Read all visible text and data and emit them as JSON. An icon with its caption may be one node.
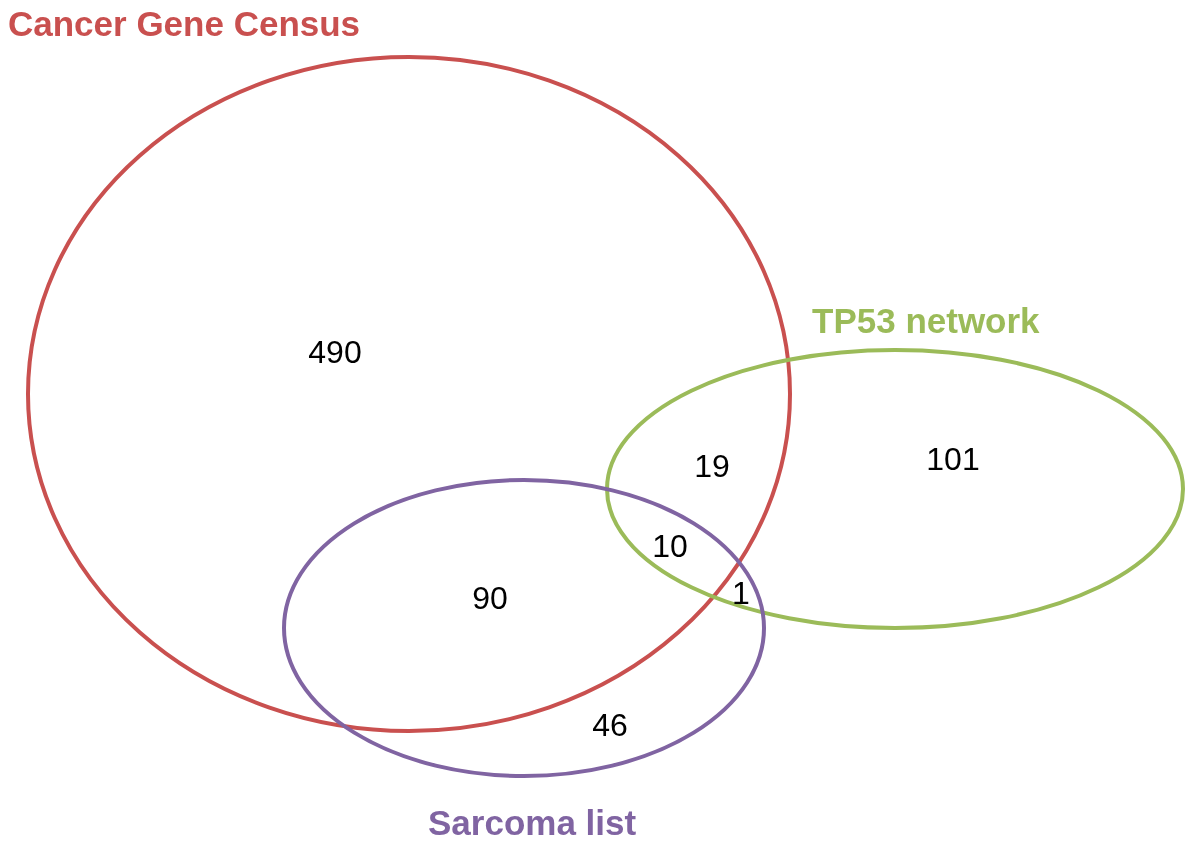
{
  "diagram": {
    "nodes": [
      {
        "text": [
          "Cancer Gene Census"
        ]
      },
      {
        "text": [
          "TP53 network"
        ]
      },
      {
        "text": [
          "Sarcoma list"
        ]
      }
    ],
    "labels": [
      "490",
      "101",
      "19",
      "10",
      "90",
      "1",
      "46"
    ]
  }
}
